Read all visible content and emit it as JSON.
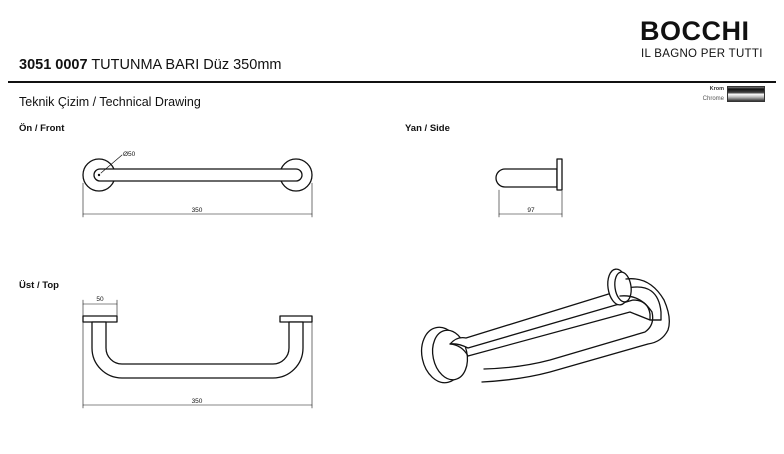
{
  "header": {
    "brand_name": "BOCCHI",
    "brand_tagline": "IL BAGNO PER TUTTI",
    "product_code": "3051 0007",
    "product_name": "TUTUNMA BARI Düz 350mm",
    "subtitle": "Teknik Çizim / Technical Drawing"
  },
  "finish": {
    "name_tr": "Krom",
    "name_en": "Chrome"
  },
  "views": {
    "front": {
      "label": "Ön / Front",
      "diameter_label": "Ø50",
      "width_label": "350"
    },
    "side": {
      "label": "Yan / Side",
      "depth_label": "97"
    },
    "top": {
      "label": "Üst / Top",
      "flange_label": "50",
      "width_label": "350"
    }
  }
}
